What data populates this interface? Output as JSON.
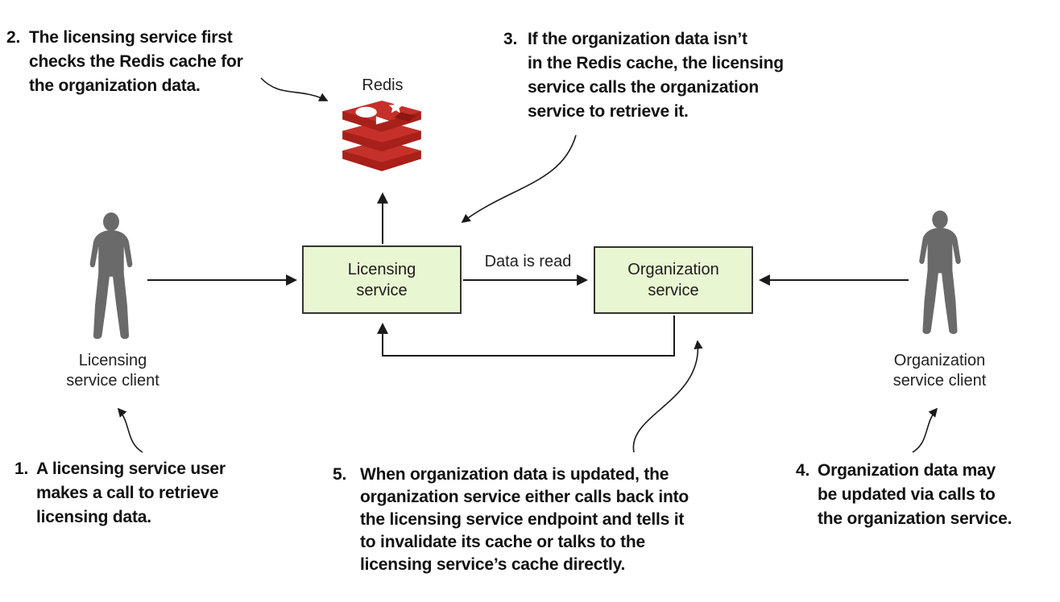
{
  "theme": {
    "box_fill": "#e9f6d2",
    "box_border": "#333333",
    "arrow": "#1a1a1a",
    "silhouette": "#6a6a6a",
    "redis_red": "#c6302b",
    "redis_dark": "#a8201a",
    "text": "#111111"
  },
  "annotations": [
    {
      "number": "1.",
      "lines": [
        "A licensing service user",
        "makes a call to retrieve",
        "licensing data."
      ]
    },
    {
      "number": "2.",
      "lines": [
        "The licensing service first",
        "checks the Redis cache for",
        "the organization data."
      ]
    },
    {
      "number": "3.",
      "lines": [
        "If the organization data isn’t",
        "in the Redis cache, the licensing",
        "service calls the organization",
        "service to retrieve it."
      ]
    },
    {
      "number": "4.",
      "lines": [
        "Organization data may",
        "be updated via calls to",
        "the organization service."
      ]
    },
    {
      "number": "5.",
      "lines": [
        "When organization data is updated, the",
        "organization service either calls back into",
        "the licensing service endpoint and tells it",
        "to invalidate its cache or talks to the",
        "licensing service’s cache directly."
      ]
    }
  ],
  "nodes": {
    "redis": {
      "label": "Redis"
    },
    "licensing_service": {
      "lines": [
        "Licensing",
        "service"
      ]
    },
    "organization_service": {
      "lines": [
        "Organization",
        "service"
      ]
    },
    "licensing_client": {
      "lines": [
        "Licensing",
        "service client"
      ]
    },
    "organization_client": {
      "lines": [
        "Organization",
        "service client"
      ]
    }
  },
  "edges": {
    "data_is_read": "Data is read"
  }
}
